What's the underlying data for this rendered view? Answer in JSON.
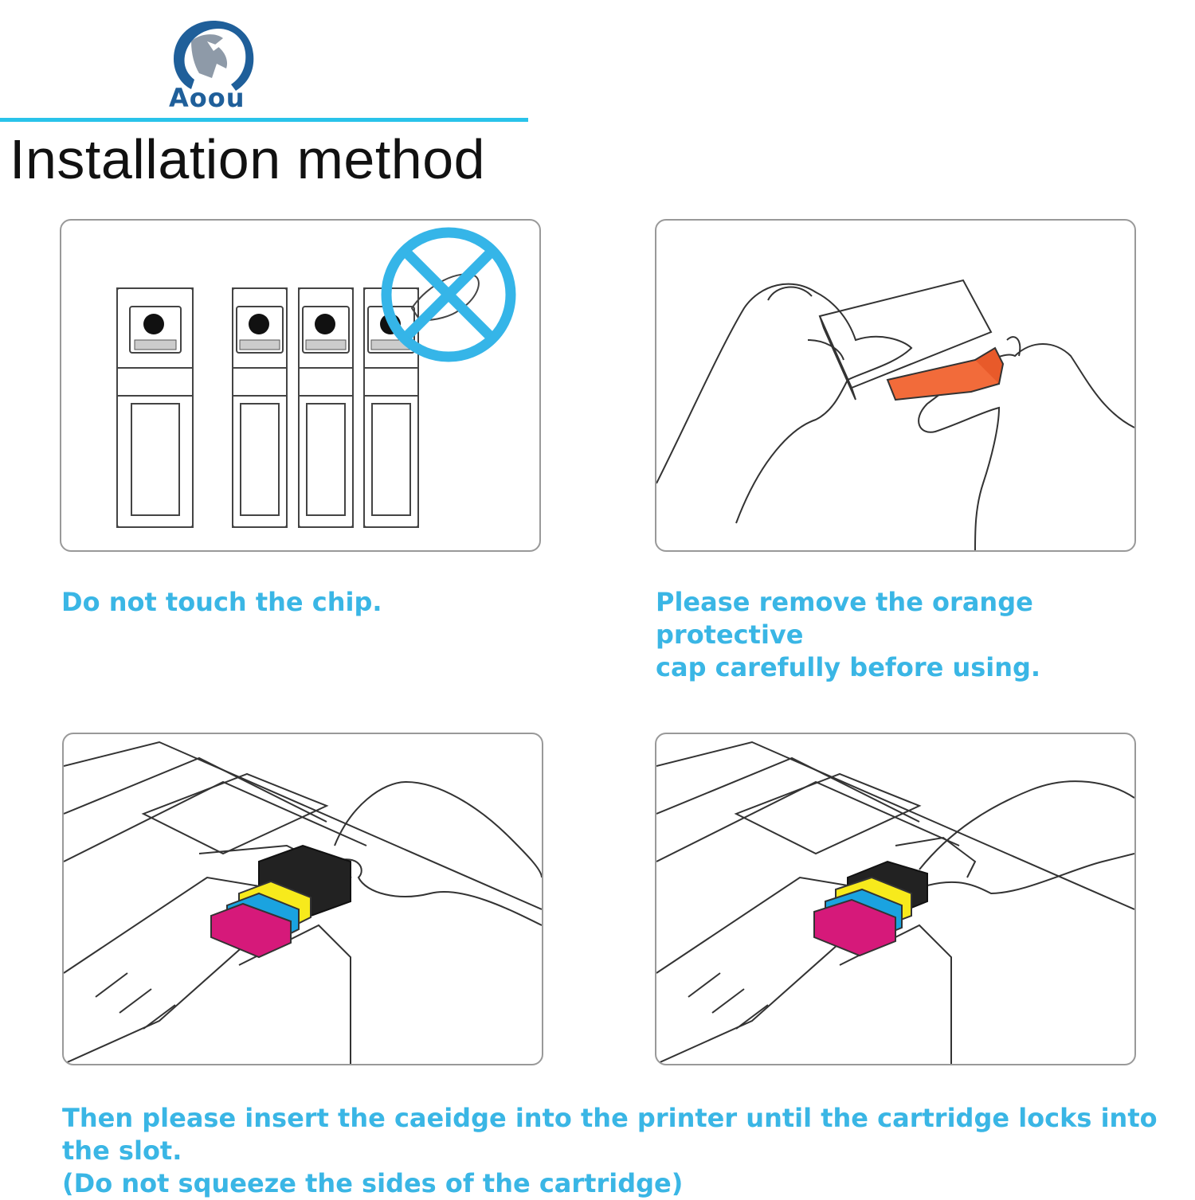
{
  "brand": {
    "name": "Aoou",
    "logo_icon": "horse-head-logo-icon"
  },
  "title": "Installation method",
  "colors": {
    "accent": "#29c3ea",
    "caption": "#3ab6e5",
    "forbidden_mark": "#35b5e8",
    "cap": "#f26b3a",
    "ink_black": "#222222",
    "ink_yellow": "#f7ea1c",
    "ink_cyan": "#1aa3e0",
    "ink_magenta": "#d6197a"
  },
  "steps": [
    {
      "caption": "Do not touch the chip.",
      "illustration": "cartridge-chips-with-prohibited-touch"
    },
    {
      "caption_lines": [
        "Please remove the orange protective",
        "cap carefully before using."
      ],
      "illustration": "hands-removing-orange-cap"
    },
    {
      "illustration": "hand-inserting-black-cartridge"
    },
    {
      "illustration": "finger-pressing-cartridge-into-slot"
    }
  ],
  "footer_lines": [
    "Then please insert the caeidge into the printer until the cartridge locks into the slot.",
    "(Do not squeeze the sides of the cartridge)"
  ]
}
